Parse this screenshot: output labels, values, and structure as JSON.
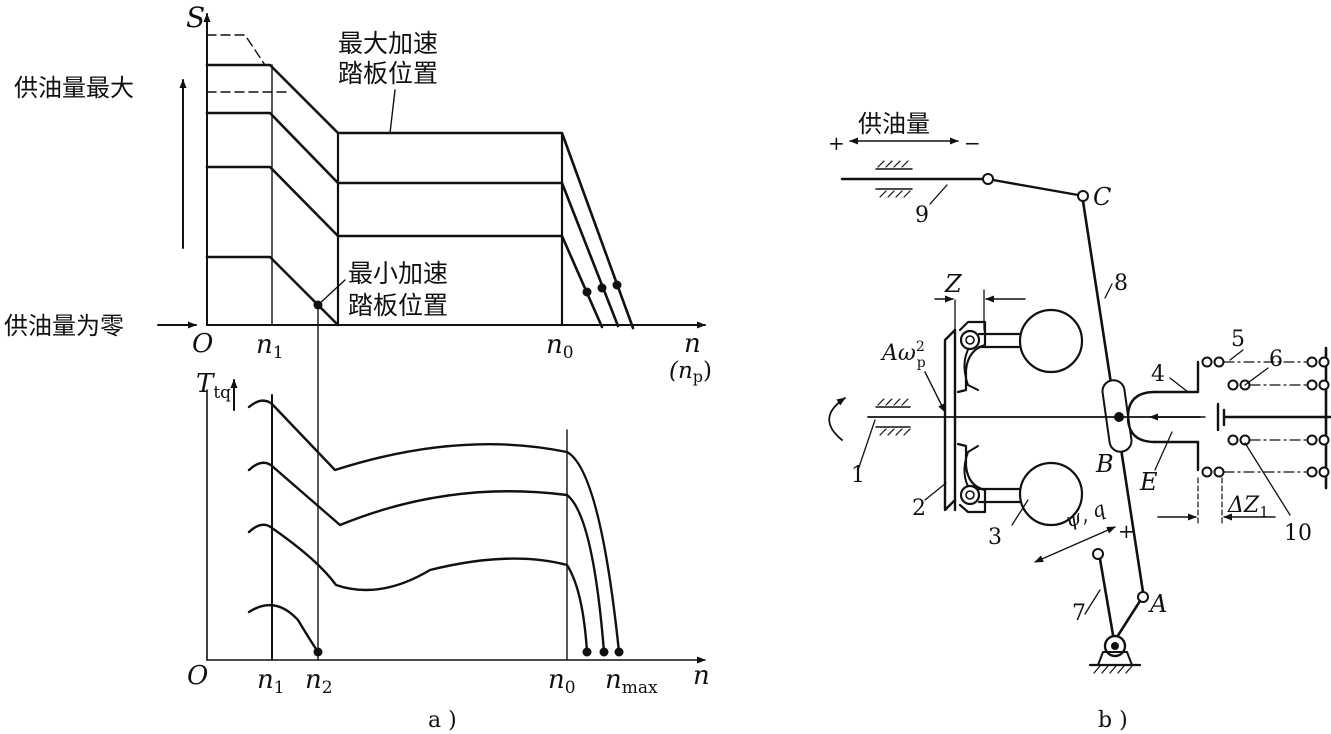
{
  "panel_a": {
    "top": {
      "y_axis_label": "S",
      "label_max_fuel": "供油量最大",
      "label_zero_fuel": "供油量为零",
      "label_max_pedal_1": "最大加速",
      "label_max_pedal_2": "踏板位置",
      "label_min_pedal_1": "最小加速",
      "label_min_pedal_2": "踏板位置",
      "origin": "O",
      "tick_n1": "n",
      "tick_n1_sub": "1",
      "tick_n0": "n",
      "tick_n0_sub": "0",
      "x_axis_label": "n",
      "x_axis_label2": "(n",
      "x_axis_label2_sub": "p",
      "x_axis_label2_end": ")"
    },
    "bottom": {
      "y_axis_label": "T",
      "y_axis_sub": "tq",
      "origin": "O",
      "tick_n1": "n",
      "tick_n1_sub": "1",
      "tick_n2": "n",
      "tick_n2_sub": "2",
      "tick_n0": "n",
      "tick_n0_sub": "0",
      "tick_nmax": "n",
      "tick_nmax_sub": "max",
      "x_axis_label": "n"
    },
    "caption": "a )"
  },
  "panel_b": {
    "fuel_label": "供油量",
    "plus": "+",
    "minus": "−",
    "label_Z": "Z",
    "label_force_A": "Aω",
    "label_force_sup": "2",
    "label_force_sub": "p",
    "label_psi_q": "ψ, q",
    "label_deltaZ": "ΔZ",
    "label_deltaZ_sub": "1",
    "points": {
      "A": "A",
      "B": "B",
      "C": "C",
      "E": "E"
    },
    "parts": [
      "1",
      "2",
      "3",
      "4",
      "5",
      "6",
      "7",
      "8",
      "9",
      "10"
    ],
    "caption": "b )"
  }
}
